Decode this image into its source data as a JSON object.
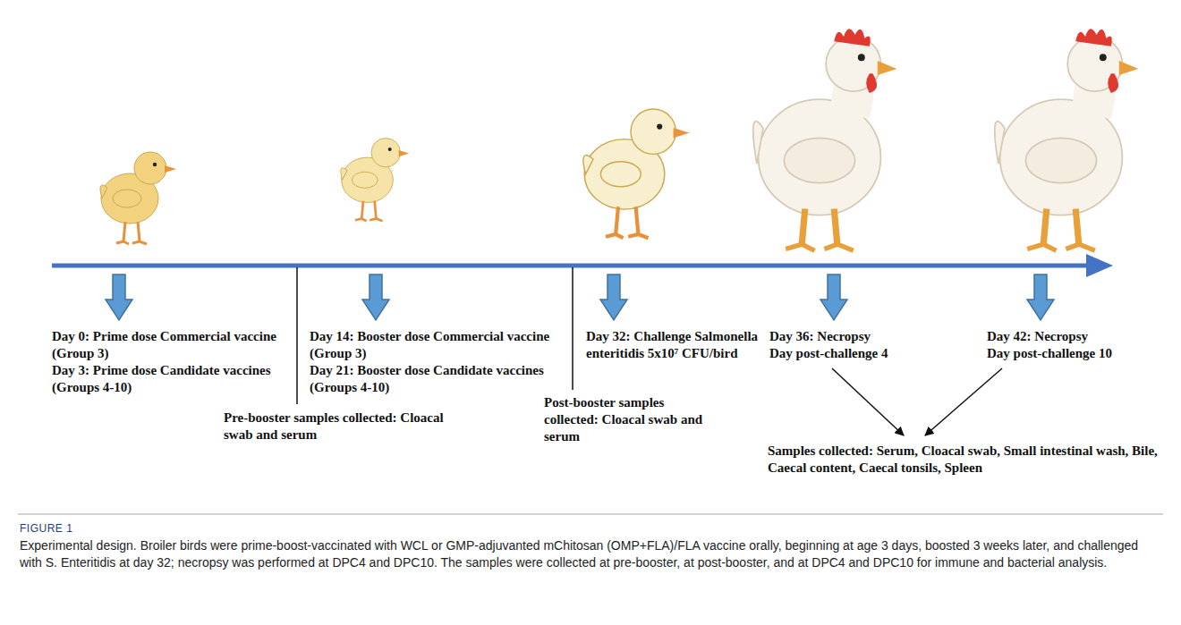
{
  "diagram": {
    "caption": "Experimental design. Broiler birds were prime-boost-vaccinated with WCL or GMP-adjuvanted mChitosan (OMP+FLA)/FLA vaccine orally, beginning at age 3 days, boosted 3 weeks later, and challenged with S. Enteritidis at day 32; necropsy was performed at DPC4 and DPC10. The samples were collected at pre-booster, at post-booster, and at DPC4 and DPC10 for immune and bacterial analysis.",
    "labels": [
      "Day 0: Prime dose Commercial vaccine (Group 3)",
      "Day 3: Prime dose Candidate vaccines (Groups 4-10)",
      "Day 14: Booster dose Commercial vaccine (Group 3)",
      "Day 21: Booster dose Candidate vaccines (Groups 4-10)",
      "Day 32: Challenge Salmonella enteritidis 5x10⁷ CFU/bird",
      "Day 36: Necropsy",
      "Day post-challenge 4",
      "Day 42: Necropsy",
      "Day post-challenge 10",
      "Pre-booster samples collected: Cloacal swab and serum",
      "Post-booster samples collected: Cloacal swab and serum",
      "Samples collected: Serum, Cloacal swab, Small intestinal wash, Bile, Caecal content, Caecal tonsils, Spleen",
      "FIGURE 1"
    ]
  }
}
